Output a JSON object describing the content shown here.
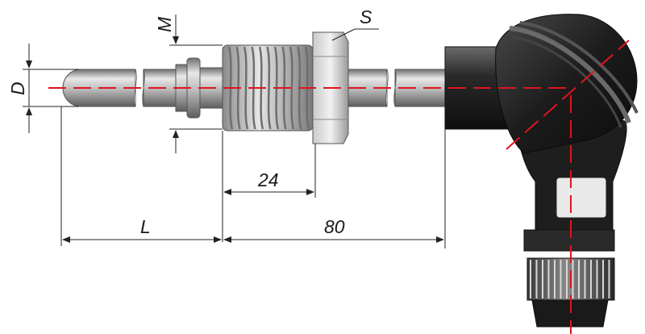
{
  "labels": {
    "diameter": "D",
    "thread": "M",
    "wrench_size": "S",
    "length": "L",
    "thread_length": "24",
    "head_offset": "80"
  },
  "colors": {
    "axis": "#e0141e",
    "dimension_line": "#222222",
    "steel_light": "#e4e4e4",
    "steel_dark": "#777777",
    "head_body": "#1f1f1f"
  }
}
